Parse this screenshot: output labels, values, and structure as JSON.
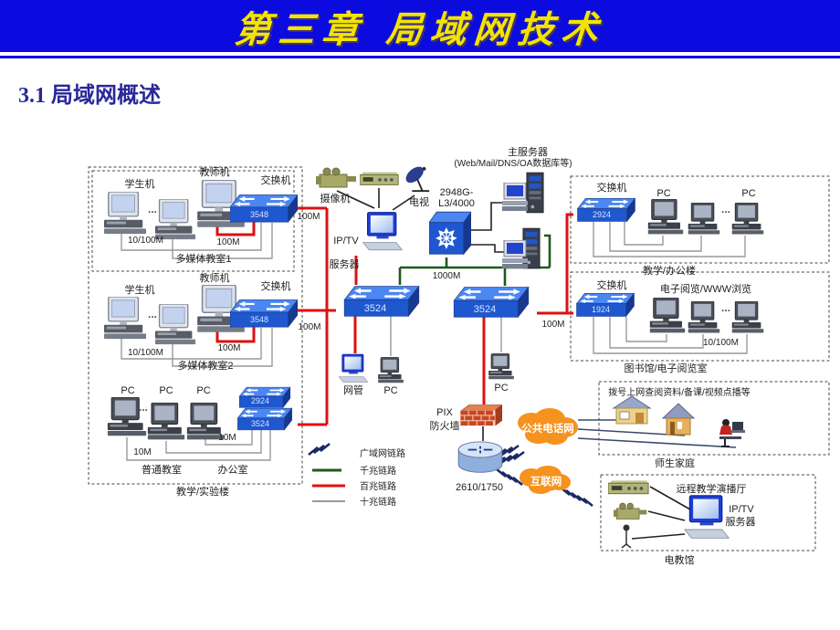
{
  "header": {
    "title": "第三章 局域网技术"
  },
  "section": {
    "title": "3.1 局域网概述"
  },
  "labels": {
    "student": "学生机",
    "teacher": "教师机",
    "switch": "交换机",
    "ellipsis": "...",
    "m100": "100M",
    "m10_100": "10/100M",
    "m10": "10M",
    "m1000": "1000M",
    "pc": "PC",
    "classroom1": "多媒体教室1",
    "classroom2": "多媒体教室2",
    "normal_room": "普通教室",
    "office": "办公室",
    "left_building": "教学/实验楼",
    "camera": "摄像机",
    "tv": "电视",
    "iptv_l1": "IP/TV",
    "iptv_l2": "服务器",
    "core_l1": "2948G-",
    "core_l2": "L3/4000",
    "servers_title": "主服务器",
    "servers_subtitle": "(Web/Mail/DNS/OA数据库等)",
    "mgmt": "网管",
    "right_building": "教学/办公楼",
    "reading": "电子阅览/WWW浏览",
    "library": "图书馆/电子阅览室",
    "dialup": "拨号上网查阅资料/备课/视频点播等",
    "homes": "师生家庭",
    "studio": "远程教学演播厅",
    "edu_hall": "电教馆",
    "pix_l1": "PIX",
    "pix_l2": "防火墙",
    "router": "2610/1750",
    "pstn": "公共电话网",
    "internet": "互联网"
  },
  "models": {
    "sw3548": "3548",
    "sw2924": "2924",
    "sw3524": "3524",
    "sw1924": "1924"
  },
  "legend": {
    "items": [
      {
        "label": "广域网链路"
      },
      {
        "label": "千兆链路"
      },
      {
        "label": "百兆链路"
      },
      {
        "label": "十兆链路"
      }
    ]
  },
  "colors": {
    "header_bg": "#0b0be0",
    "header_text": "#f2e400",
    "section_text": "#28289a",
    "link_red": "#dd1111",
    "link_green": "#1d5a1d",
    "link_gray": "#999999",
    "wan": "#1b2a66",
    "cloud": "#f6921e",
    "switch_front": "#1f57cf"
  }
}
